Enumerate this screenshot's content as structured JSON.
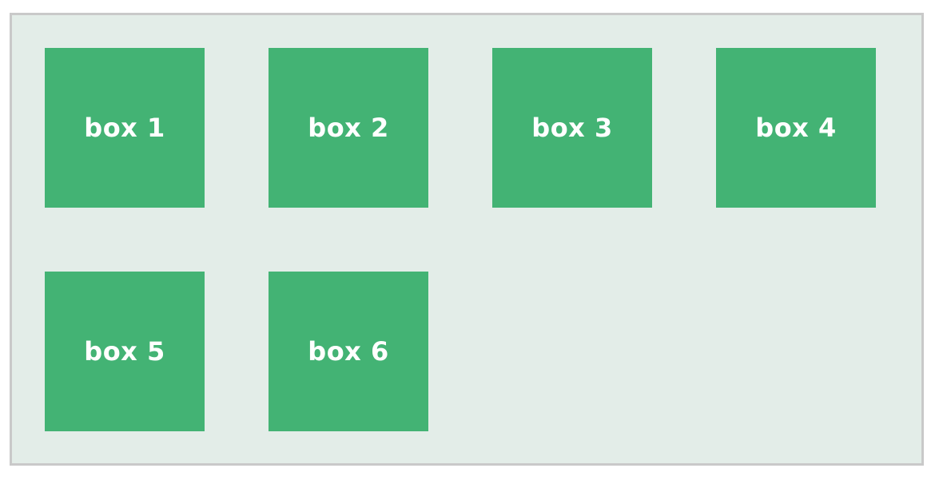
{
  "boxes": [
    {
      "label": "box 1"
    },
    {
      "label": "box 2"
    },
    {
      "label": "box 3"
    },
    {
      "label": "box 4"
    },
    {
      "label": "box 5"
    },
    {
      "label": "box 6"
    }
  ],
  "colors": {
    "box": "#43b374",
    "container_bg": "#e3ede8",
    "container_border": "#c9c9c9",
    "label": "#ffffff"
  }
}
